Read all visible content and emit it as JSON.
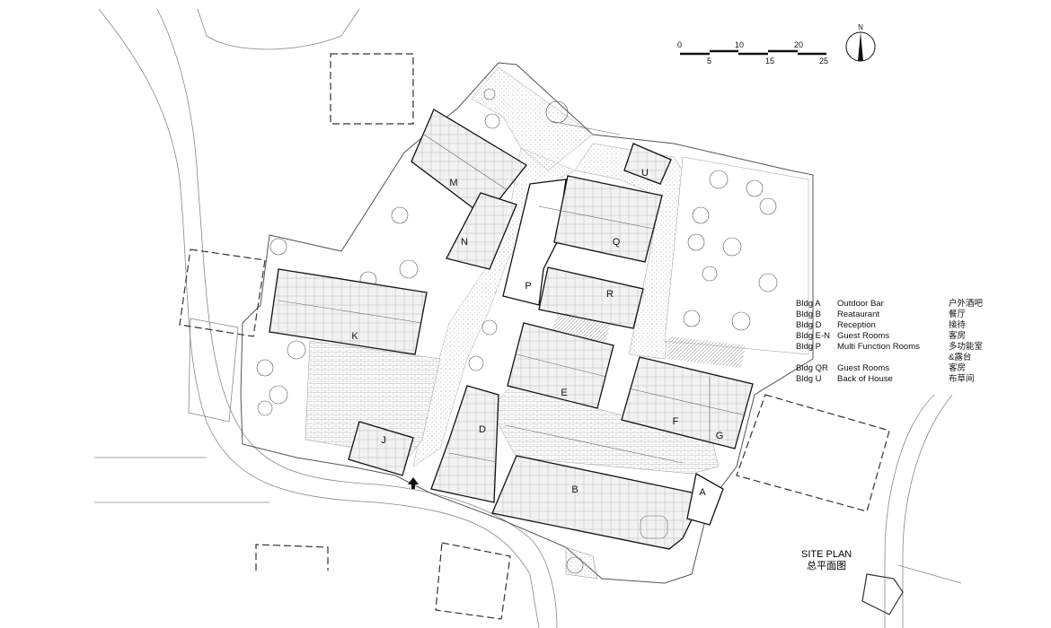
{
  "north_label": "N",
  "scale_labels": [
    "0",
    "5",
    "10",
    "15",
    "20",
    "25"
  ],
  "buildings": {
    "A": "A",
    "B": "B",
    "D": "D",
    "E": "E",
    "F": "F",
    "G": "G",
    "J": "J",
    "K": "K",
    "M": "M",
    "N": "N",
    "P": "P",
    "Q": "Q",
    "R": "R",
    "U": "U"
  },
  "legend": [
    {
      "code": "Bldg A",
      "name": "Outdoor Bar",
      "zh": "户外酒吧"
    },
    {
      "code": "Bldg B",
      "name": "Reataurant",
      "zh": "餐厅"
    },
    {
      "code": "Bldg D",
      "name": "Reception",
      "zh": "接待"
    },
    {
      "code": "Bldg E-N",
      "name": "Guest Rooms",
      "zh": "客房"
    },
    {
      "code": "Bldg P",
      "name": "Multi Function Rooms",
      "zh": "多功能室"
    },
    {
      "code": "",
      "name": "",
      "zh": "&露台"
    },
    {
      "code": "Bldg QR",
      "name": "Guest Rooms",
      "zh": "客房"
    },
    {
      "code": "Bldg U",
      "name": "Back of House",
      "zh": "布草间"
    }
  ],
  "title": {
    "en": "SITE PLAN",
    "zh": "总平面图"
  }
}
